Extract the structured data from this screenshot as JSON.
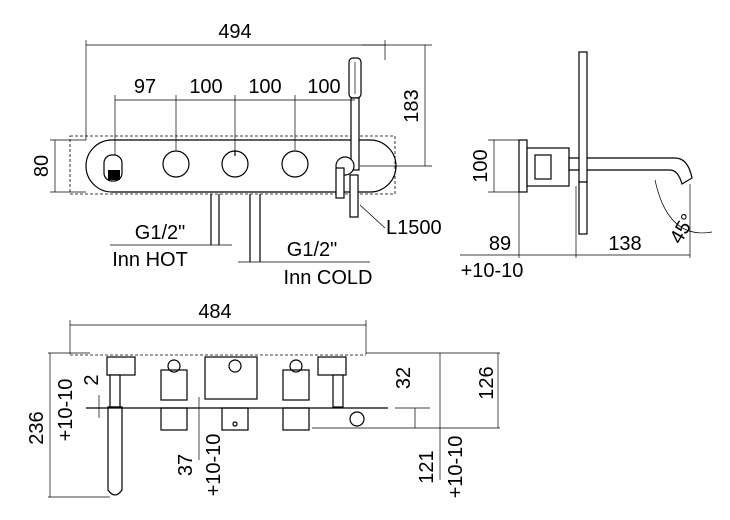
{
  "front_view": {
    "overall_width": "494",
    "spacing": [
      "97",
      "100",
      "100",
      "100"
    ],
    "height_to_shower": "183",
    "plate_height": "80",
    "hot_connection": {
      "thread": "G1/2\"",
      "label": "Inn HOT"
    },
    "cold_connection": {
      "thread": "G1/2\"",
      "label": "Inn COLD"
    },
    "hose_length": "L1500"
  },
  "side_view": {
    "height": "100",
    "depth": "89",
    "depth_tolerance": "+10-10",
    "spout_length": "138",
    "spout_angle": "45°"
  },
  "top_view": {
    "box_width": "484",
    "plate_offset": "2",
    "left_tolerance": "+10-10",
    "spout_depth": "236",
    "outlet_depth": "32",
    "total_depth": "126",
    "knob_depth": "37",
    "knob_tolerance": "+10-10",
    "wall_depth": "121",
    "wall_tolerance": "+10-10"
  }
}
